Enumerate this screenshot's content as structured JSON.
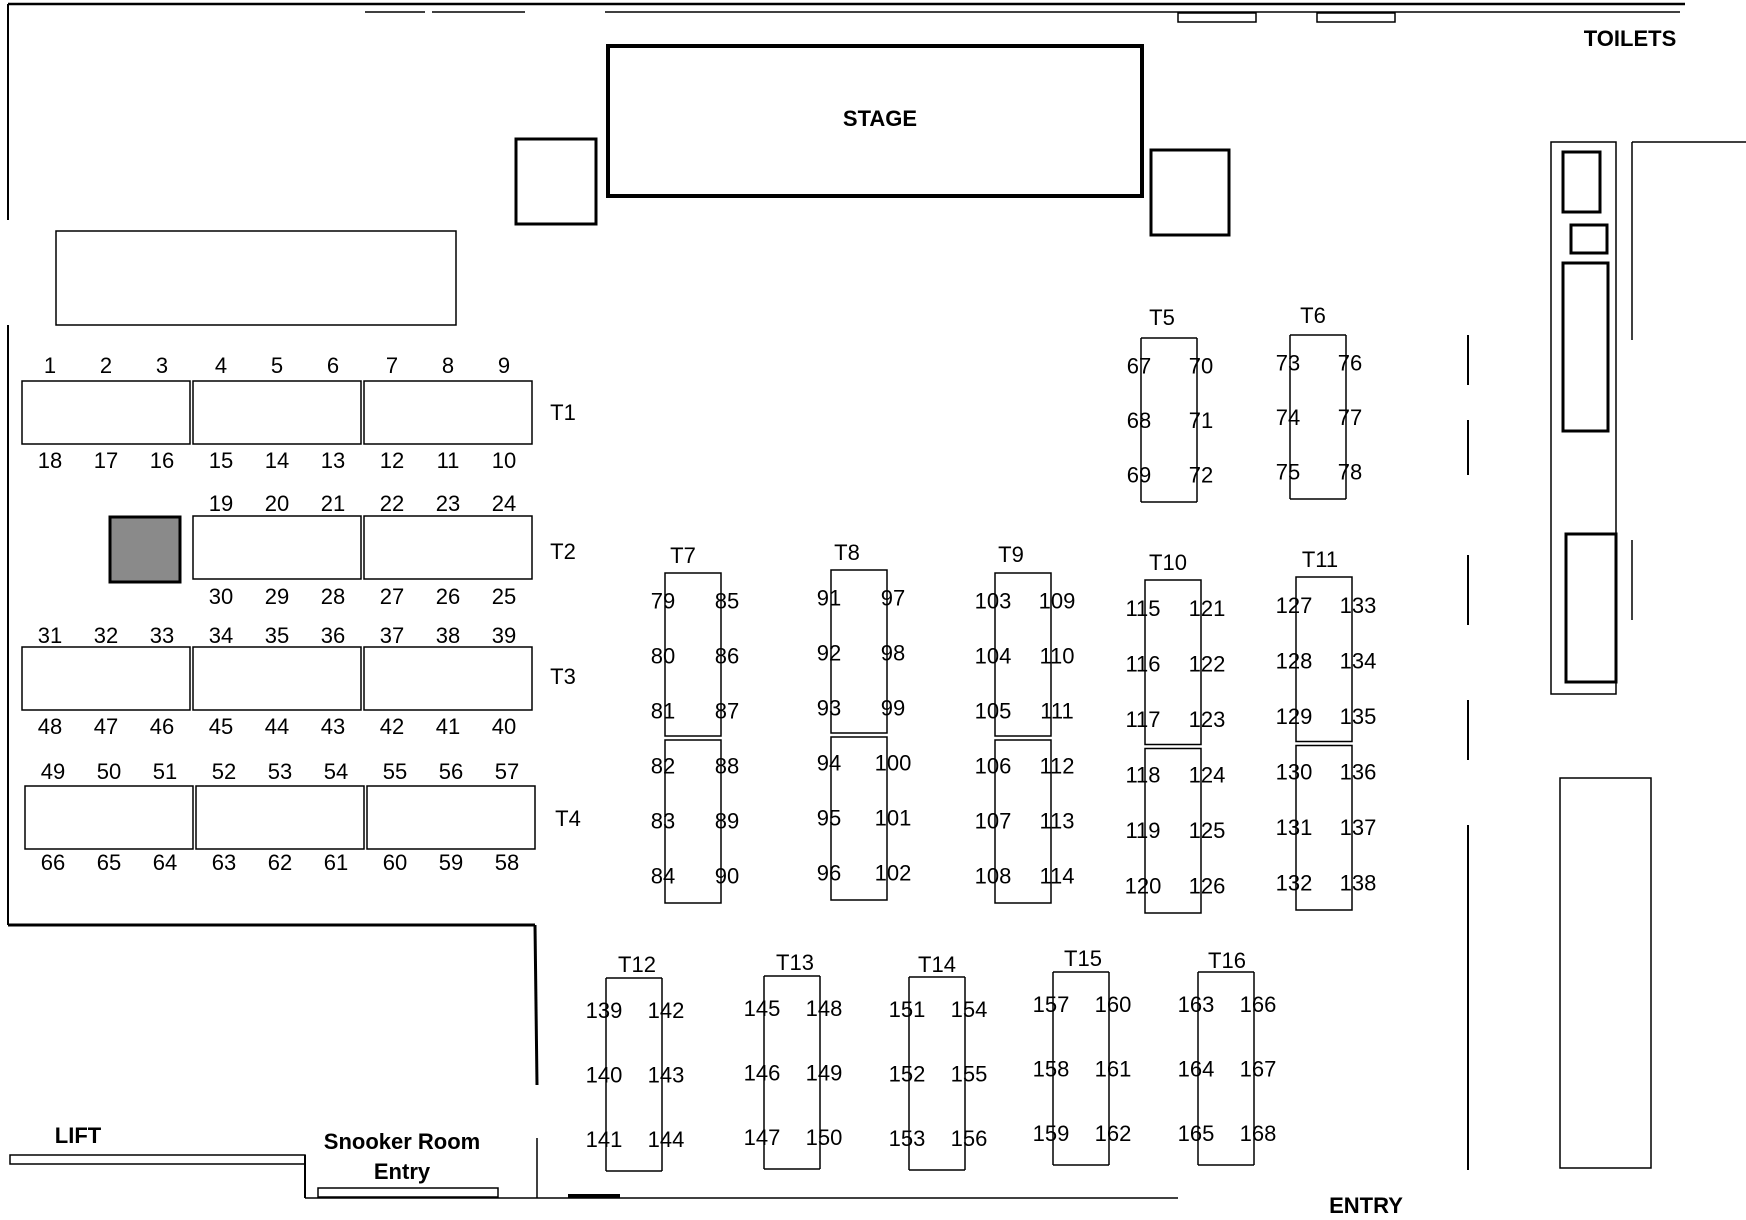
{
  "labels": {
    "stage": "STAGE",
    "toilets": "TOILETS",
    "lift": "LIFT",
    "snooker_line1": "Snooker Room",
    "snooker_line2": "Entry",
    "entry": "ENTRY"
  },
  "colors": {
    "line": "#000000",
    "background": "#ffffff",
    "reserved_seat_fill": "#8a8a8a"
  },
  "long_tables": [
    {
      "label": "T1",
      "top": [
        "1",
        "2",
        "3",
        "4",
        "5",
        "6",
        "7",
        "8",
        "9"
      ],
      "bottom": [
        "18",
        "17",
        "16",
        "15",
        "14",
        "13",
        "12",
        "11",
        "10"
      ]
    },
    {
      "label": "T2",
      "top": [
        "19",
        "20",
        "21",
        "22",
        "23",
        "24"
      ],
      "bottom": [
        "30",
        "29",
        "28",
        "27",
        "26",
        "25"
      ]
    },
    {
      "label": "T3",
      "top": [
        "31",
        "32",
        "33",
        "34",
        "35",
        "36",
        "37",
        "38",
        "39"
      ],
      "bottom": [
        "48",
        "47",
        "46",
        "45",
        "44",
        "43",
        "42",
        "41",
        "40"
      ]
    },
    {
      "label": "T4",
      "top": [
        "49",
        "50",
        "51",
        "52",
        "53",
        "54",
        "55",
        "56",
        "57"
      ],
      "bottom": [
        "66",
        "65",
        "64",
        "63",
        "62",
        "61",
        "60",
        "59",
        "58"
      ]
    }
  ],
  "short_tables": [
    {
      "label": "T5",
      "left": [
        "67",
        "68",
        "69"
      ],
      "right": [
        "70",
        "71",
        "72"
      ]
    },
    {
      "label": "T6",
      "left": [
        "73",
        "74",
        "75"
      ],
      "right": [
        "76",
        "77",
        "78"
      ]
    },
    {
      "label": "T12",
      "left": [
        "139",
        "140",
        "141"
      ],
      "right": [
        "142",
        "143",
        "144"
      ]
    },
    {
      "label": "T13",
      "left": [
        "145",
        "146",
        "147"
      ],
      "right": [
        "148",
        "149",
        "150"
      ]
    },
    {
      "label": "T14",
      "left": [
        "151",
        "152",
        "153"
      ],
      "right": [
        "154",
        "155",
        "156"
      ]
    },
    {
      "label": "T15",
      "left": [
        "157",
        "158",
        "159"
      ],
      "right": [
        "160",
        "161",
        "162"
      ]
    },
    {
      "label": "T16",
      "left": [
        "163",
        "164",
        "165"
      ],
      "right": [
        "166",
        "167",
        "168"
      ]
    }
  ],
  "double_tables": [
    {
      "label": "T7",
      "left": [
        "79",
        "80",
        "81",
        "82",
        "83",
        "84"
      ],
      "right": [
        "85",
        "86",
        "87",
        "88",
        "89",
        "90"
      ]
    },
    {
      "label": "T8",
      "left": [
        "91",
        "92",
        "93",
        "94",
        "95",
        "96"
      ],
      "right": [
        "97",
        "98",
        "99",
        "100",
        "101",
        "102"
      ]
    },
    {
      "label": "T9",
      "left": [
        "103",
        "104",
        "105",
        "106",
        "107",
        "108"
      ],
      "right": [
        "109",
        "110",
        "111",
        "112",
        "113",
        "114"
      ]
    },
    {
      "label": "T10",
      "left": [
        "115",
        "116",
        "117",
        "118",
        "119",
        "120"
      ],
      "right": [
        "121",
        "122",
        "123",
        "124",
        "125",
        "126"
      ]
    },
    {
      "label": "T11",
      "left": [
        "127",
        "128",
        "129",
        "130",
        "131",
        "132"
      ],
      "right": [
        "133",
        "134",
        "135",
        "136",
        "137",
        "138"
      ]
    }
  ]
}
